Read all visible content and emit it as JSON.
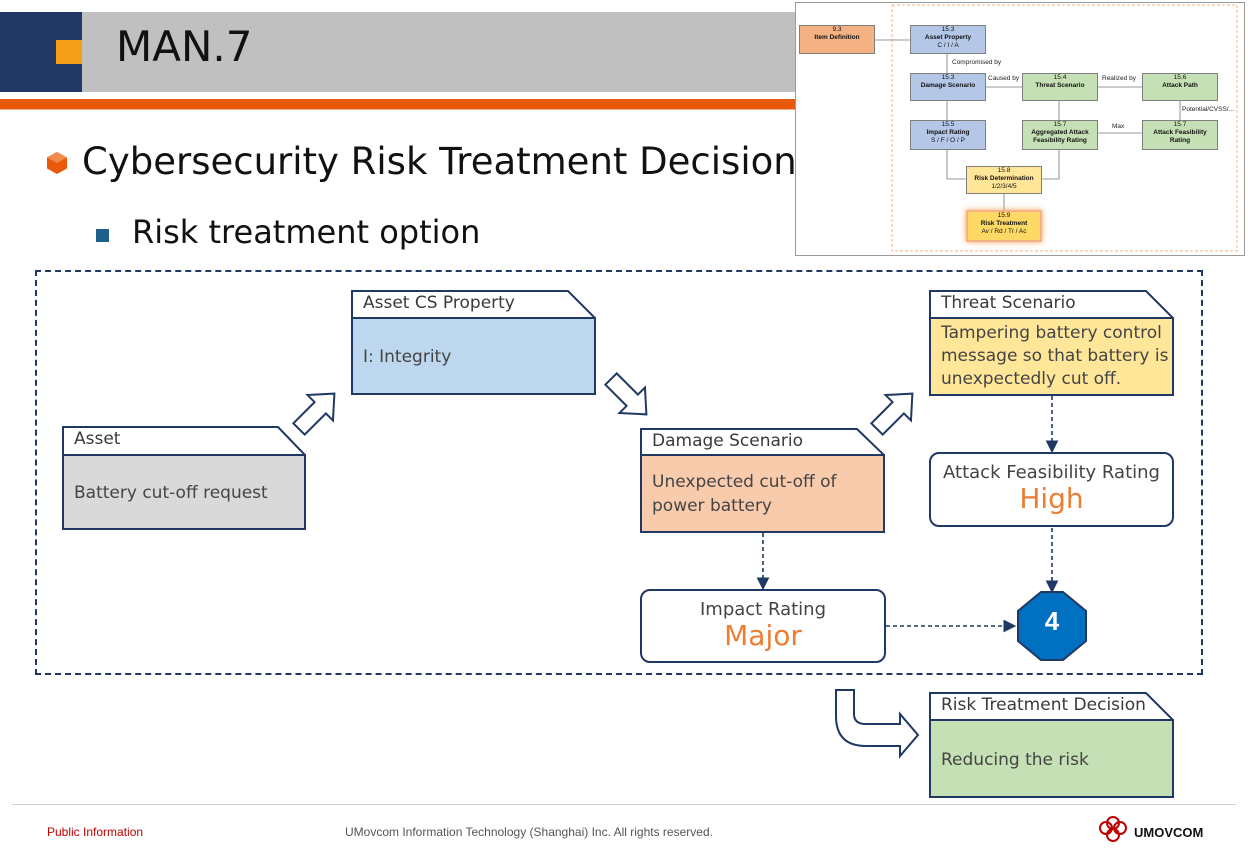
{
  "header": {
    "title": "MAN.7",
    "colors": {
      "dark": "#1f3864",
      "accent_square": "#f6a01a",
      "grey": "#c0c0c0",
      "orange_bar": "#e8590c"
    }
  },
  "headings": {
    "h1": "Cybersecurity Risk Treatment Decision",
    "h2": "Risk treatment option",
    "h1_bullet_icon": "hexagon-bullet-icon",
    "h2_bullet_icon": "square-bullet-icon"
  },
  "diagram": {
    "asset": {
      "title": "Asset",
      "body": "Battery cut-off request",
      "fill": "#d9d9d9"
    },
    "asset_cs_property": {
      "title": "Asset CS Property",
      "body": "I: Integrity",
      "fill": "#bdd7ee"
    },
    "damage_scenario": {
      "title": "Damage Scenario",
      "body": "Unexpected cut-off of power battery",
      "fill": "#f8cbad"
    },
    "threat_scenario": {
      "title": "Threat Scenario",
      "body": "Tampering battery control message so that battery is unexpectedly cut off.",
      "fill": "#ffe699"
    },
    "attack_feasibility": {
      "label": "Attack Feasibility Rating",
      "value": "High"
    },
    "impact_rating": {
      "label": "Impact Rating",
      "value": "Major"
    },
    "risk_value": "4",
    "risk_treatment": {
      "title": "Risk Treatment Decision",
      "body": "Reducing the risk",
      "fill": "#c5e0b4"
    },
    "colors": {
      "border": "#1f3864",
      "rating_value": "#ed7d31",
      "octagon": "#0070c0"
    }
  },
  "thumbnail": {
    "item_definition": {
      "num": "9.3",
      "title": "Item Definition"
    },
    "asset_property": {
      "num": "15.3",
      "title": "Asset Property",
      "sub": "C / I / A"
    },
    "damage_scenario": {
      "num": "15.3",
      "title": "Damage Scenario"
    },
    "threat_scenario": {
      "num": "15.4",
      "title": "Threat Scenario"
    },
    "attack_path": {
      "num": "15.6",
      "title": "Attack Path"
    },
    "impact_rating": {
      "num": "15.5",
      "title": "Impact Rating",
      "sub": "S / F / O / P"
    },
    "aggregated": {
      "num": "15.7",
      "title": "Aggregated Attack Feasibility Rating"
    },
    "attack_feasibility": {
      "num": "15.7",
      "title": "Attack Feasibility Rating"
    },
    "risk_determination": {
      "num": "15.8",
      "title": "Risk Determination",
      "sub": "1/2/3/4/5"
    },
    "risk_treatment": {
      "num": "15.9",
      "title": "Risk Treatment",
      "sub": "Av / Rd / Tr / Ac"
    },
    "labels": {
      "compromised_by": "Compromised by",
      "caused_by": "Caused by",
      "realized_by": "Realized by",
      "potential": "Potential/CVSS/...",
      "max": "Max"
    }
  },
  "footer": {
    "classification": "Public Information",
    "copyright": "UMovcom Information Technology (Shanghai) Inc. All rights reserved.",
    "brand": "UMOVCOM",
    "logo_icon": "umovcom-logo-icon"
  }
}
